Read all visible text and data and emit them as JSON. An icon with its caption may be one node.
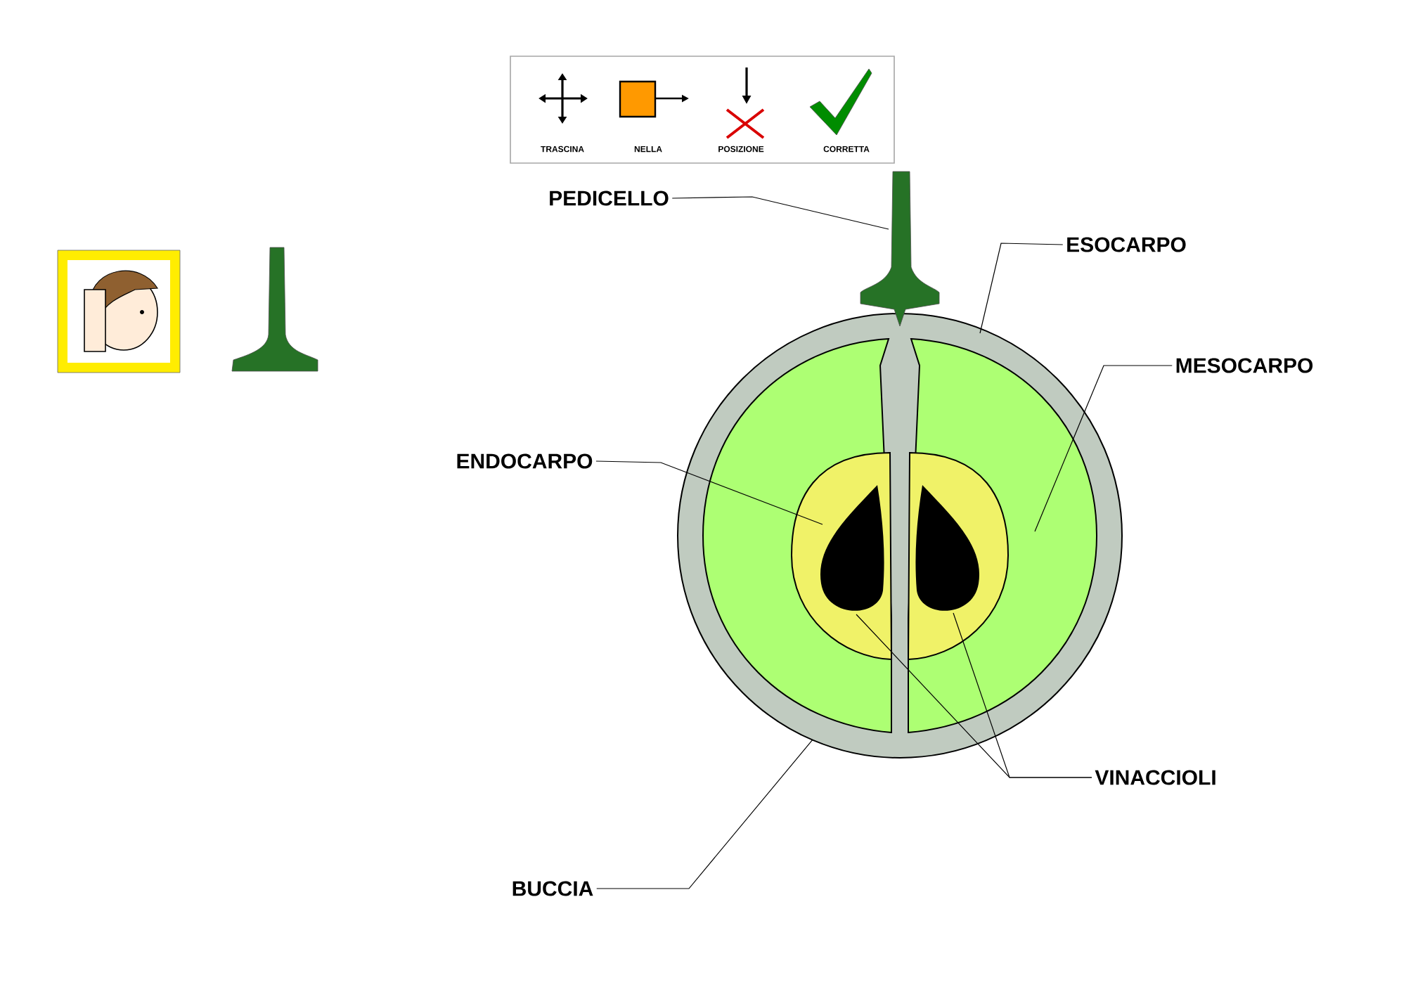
{
  "diagram": {
    "nodes": [
      {
        "text": [
          "PEDICELLO"
        ]
      },
      {
        "text": [
          "ESOCARPO"
        ]
      },
      {
        "text": [
          "MESOCARPO"
        ]
      },
      {
        "text": [
          "ENDOCARPO"
        ]
      },
      {
        "text": [
          "VINACCIOLI"
        ]
      },
      {
        "text": [
          "BUCCIA"
        ]
      }
    ],
    "edges": [
      {
        "from": 0,
        "to": null,
        "arrow": "none"
      },
      {
        "from": 1,
        "to": null,
        "arrow": "none"
      },
      {
        "from": 2,
        "to": null,
        "arrow": "none"
      },
      {
        "from": 3,
        "to": null,
        "arrow": "none"
      },
      {
        "from": 4,
        "to": null,
        "arrow": "none"
      },
      {
        "from": 4,
        "to": null,
        "arrow": "none"
      },
      {
        "from": 5,
        "to": null,
        "arrow": "none"
      }
    ],
    "labels": [
      "TRASCINA",
      "NELLA",
      "POSIZIONE",
      "CORRETTA"
    ]
  }
}
